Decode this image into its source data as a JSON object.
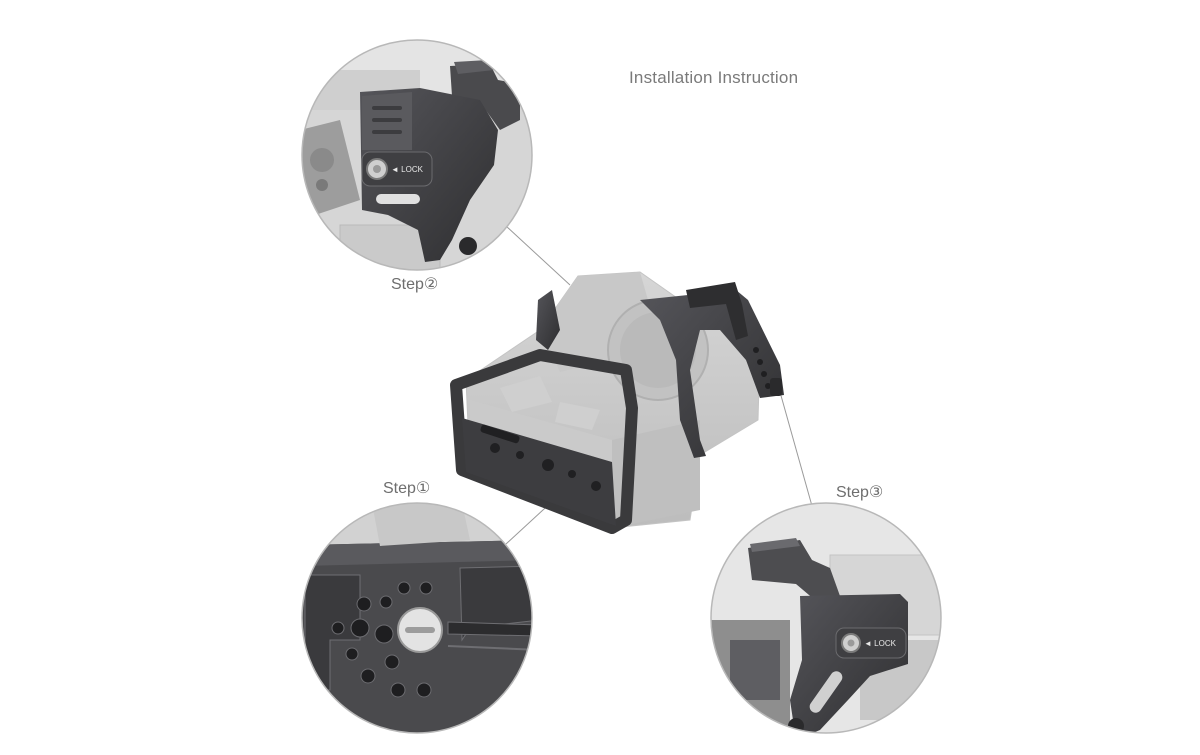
{
  "header": {
    "title": "Installation Instruction"
  },
  "steps": [
    {
      "label": "Step①"
    },
    {
      "label": "Step②"
    },
    {
      "label": "Step③"
    }
  ],
  "callouts": {
    "lock_label": "◄ LOCK"
  },
  "colors": {
    "cage_dark": "#3a3a3c",
    "cage_mid": "#4c4c4f",
    "camera_light": "#d0d0d0",
    "camera_mid": "#bdbdbd",
    "circle_border": "#b8b8b8",
    "leader_line": "#9a9a9a",
    "text_gray": "#7a7a7a"
  },
  "icons": {
    "lock_screw": "lock-screw-icon",
    "thumbscrew": "thumbscrew-icon"
  }
}
